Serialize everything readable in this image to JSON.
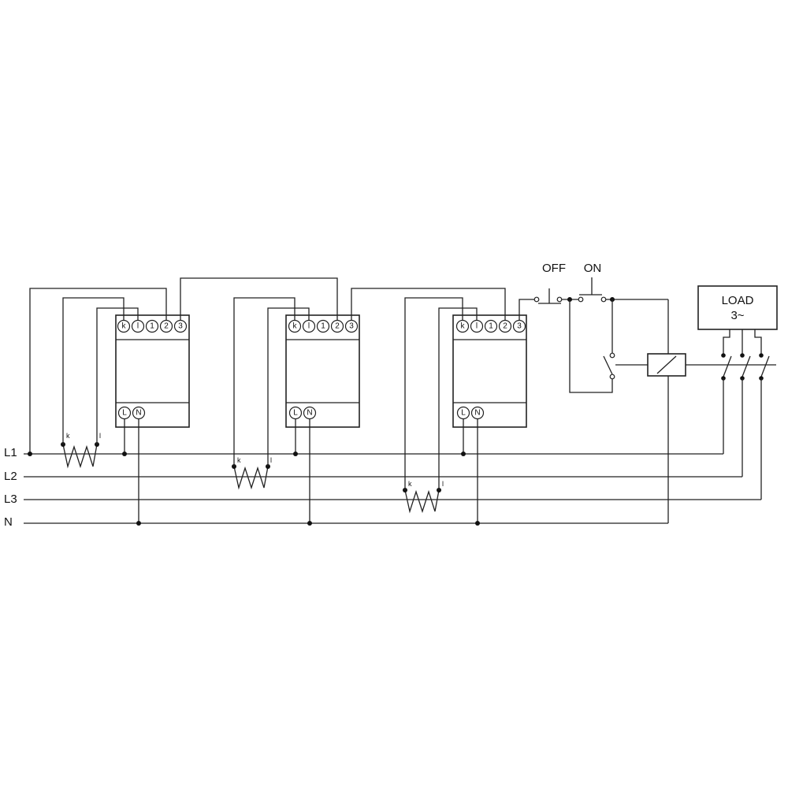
{
  "rails": {
    "l1": "L1",
    "l2": "L2",
    "l3": "L3",
    "n": "N"
  },
  "meters": [
    {
      "top_terminals": [
        "k",
        "l",
        "1",
        "2",
        "3"
      ],
      "bottom_terminals": [
        "L",
        "N"
      ]
    },
    {
      "top_terminals": [
        "k",
        "l",
        "1",
        "2",
        "3"
      ],
      "bottom_terminals": [
        "L",
        "N"
      ]
    },
    {
      "top_terminals": [
        "k",
        "l",
        "1",
        "2",
        "3"
      ],
      "bottom_terminals": [
        "L",
        "N"
      ]
    }
  ],
  "current_transformers": [
    {
      "k_label": "k",
      "l_label": "l"
    },
    {
      "k_label": "k",
      "l_label": "l"
    },
    {
      "k_label": "k",
      "l_label": "l"
    }
  ],
  "buttons": {
    "off_label": "OFF",
    "on_label": "ON"
  },
  "load": {
    "line1": "LOAD",
    "line2": "3~"
  },
  "colors": {
    "line": "#222222",
    "background": "#ffffff"
  }
}
